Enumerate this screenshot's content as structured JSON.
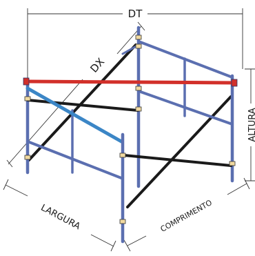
{
  "labels": {
    "dt": "DT",
    "dx": "DX",
    "altura": "ALTURA",
    "largura": "LARGURA",
    "comprimento": "COMPRIMENTO"
  },
  "colors": {
    "frame": "#5b6fb0",
    "frame_edge": "#2c3566",
    "diagonal": "#1a1a1a",
    "highlight_red": "#d2302a",
    "highlight_blue": "#3b86c6",
    "dimension": "#333333"
  }
}
